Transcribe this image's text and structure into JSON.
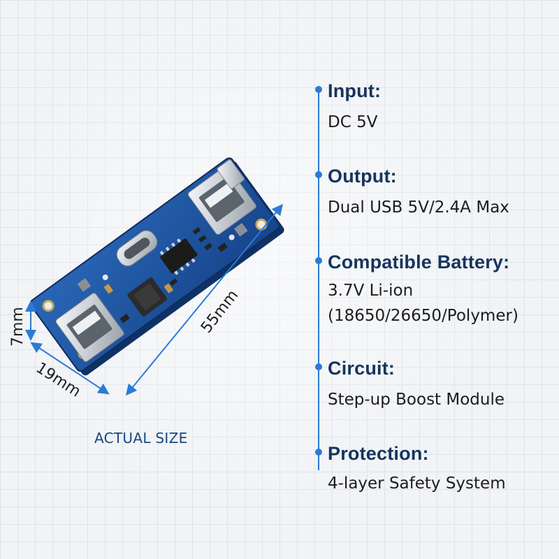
{
  "colors": {
    "accent": "#2a7bd6",
    "label": "#16345c",
    "pcb": "#1f58a8",
    "value_text": "#1c1c1c"
  },
  "product": {
    "dimensions": {
      "length": "55mm",
      "width": "19mm",
      "height": "7mm"
    },
    "caption": "ACTUAL SIZE"
  },
  "specs": [
    {
      "label": "Input:",
      "lines": [
        "DC 5V"
      ]
    },
    {
      "label": "Output:",
      "lines": [
        "Dual USB 5V/2.4A Max"
      ]
    },
    {
      "label": "Compatible Battery:",
      "lines": [
        "3.7V Li-ion",
        "(18650/26650/Polymer)"
      ]
    },
    {
      "label": "Circuit:",
      "lines": [
        "Step-up Boost Module"
      ]
    },
    {
      "label": "Protection:",
      "lines": [
        "4-layer Safety System"
      ]
    }
  ]
}
